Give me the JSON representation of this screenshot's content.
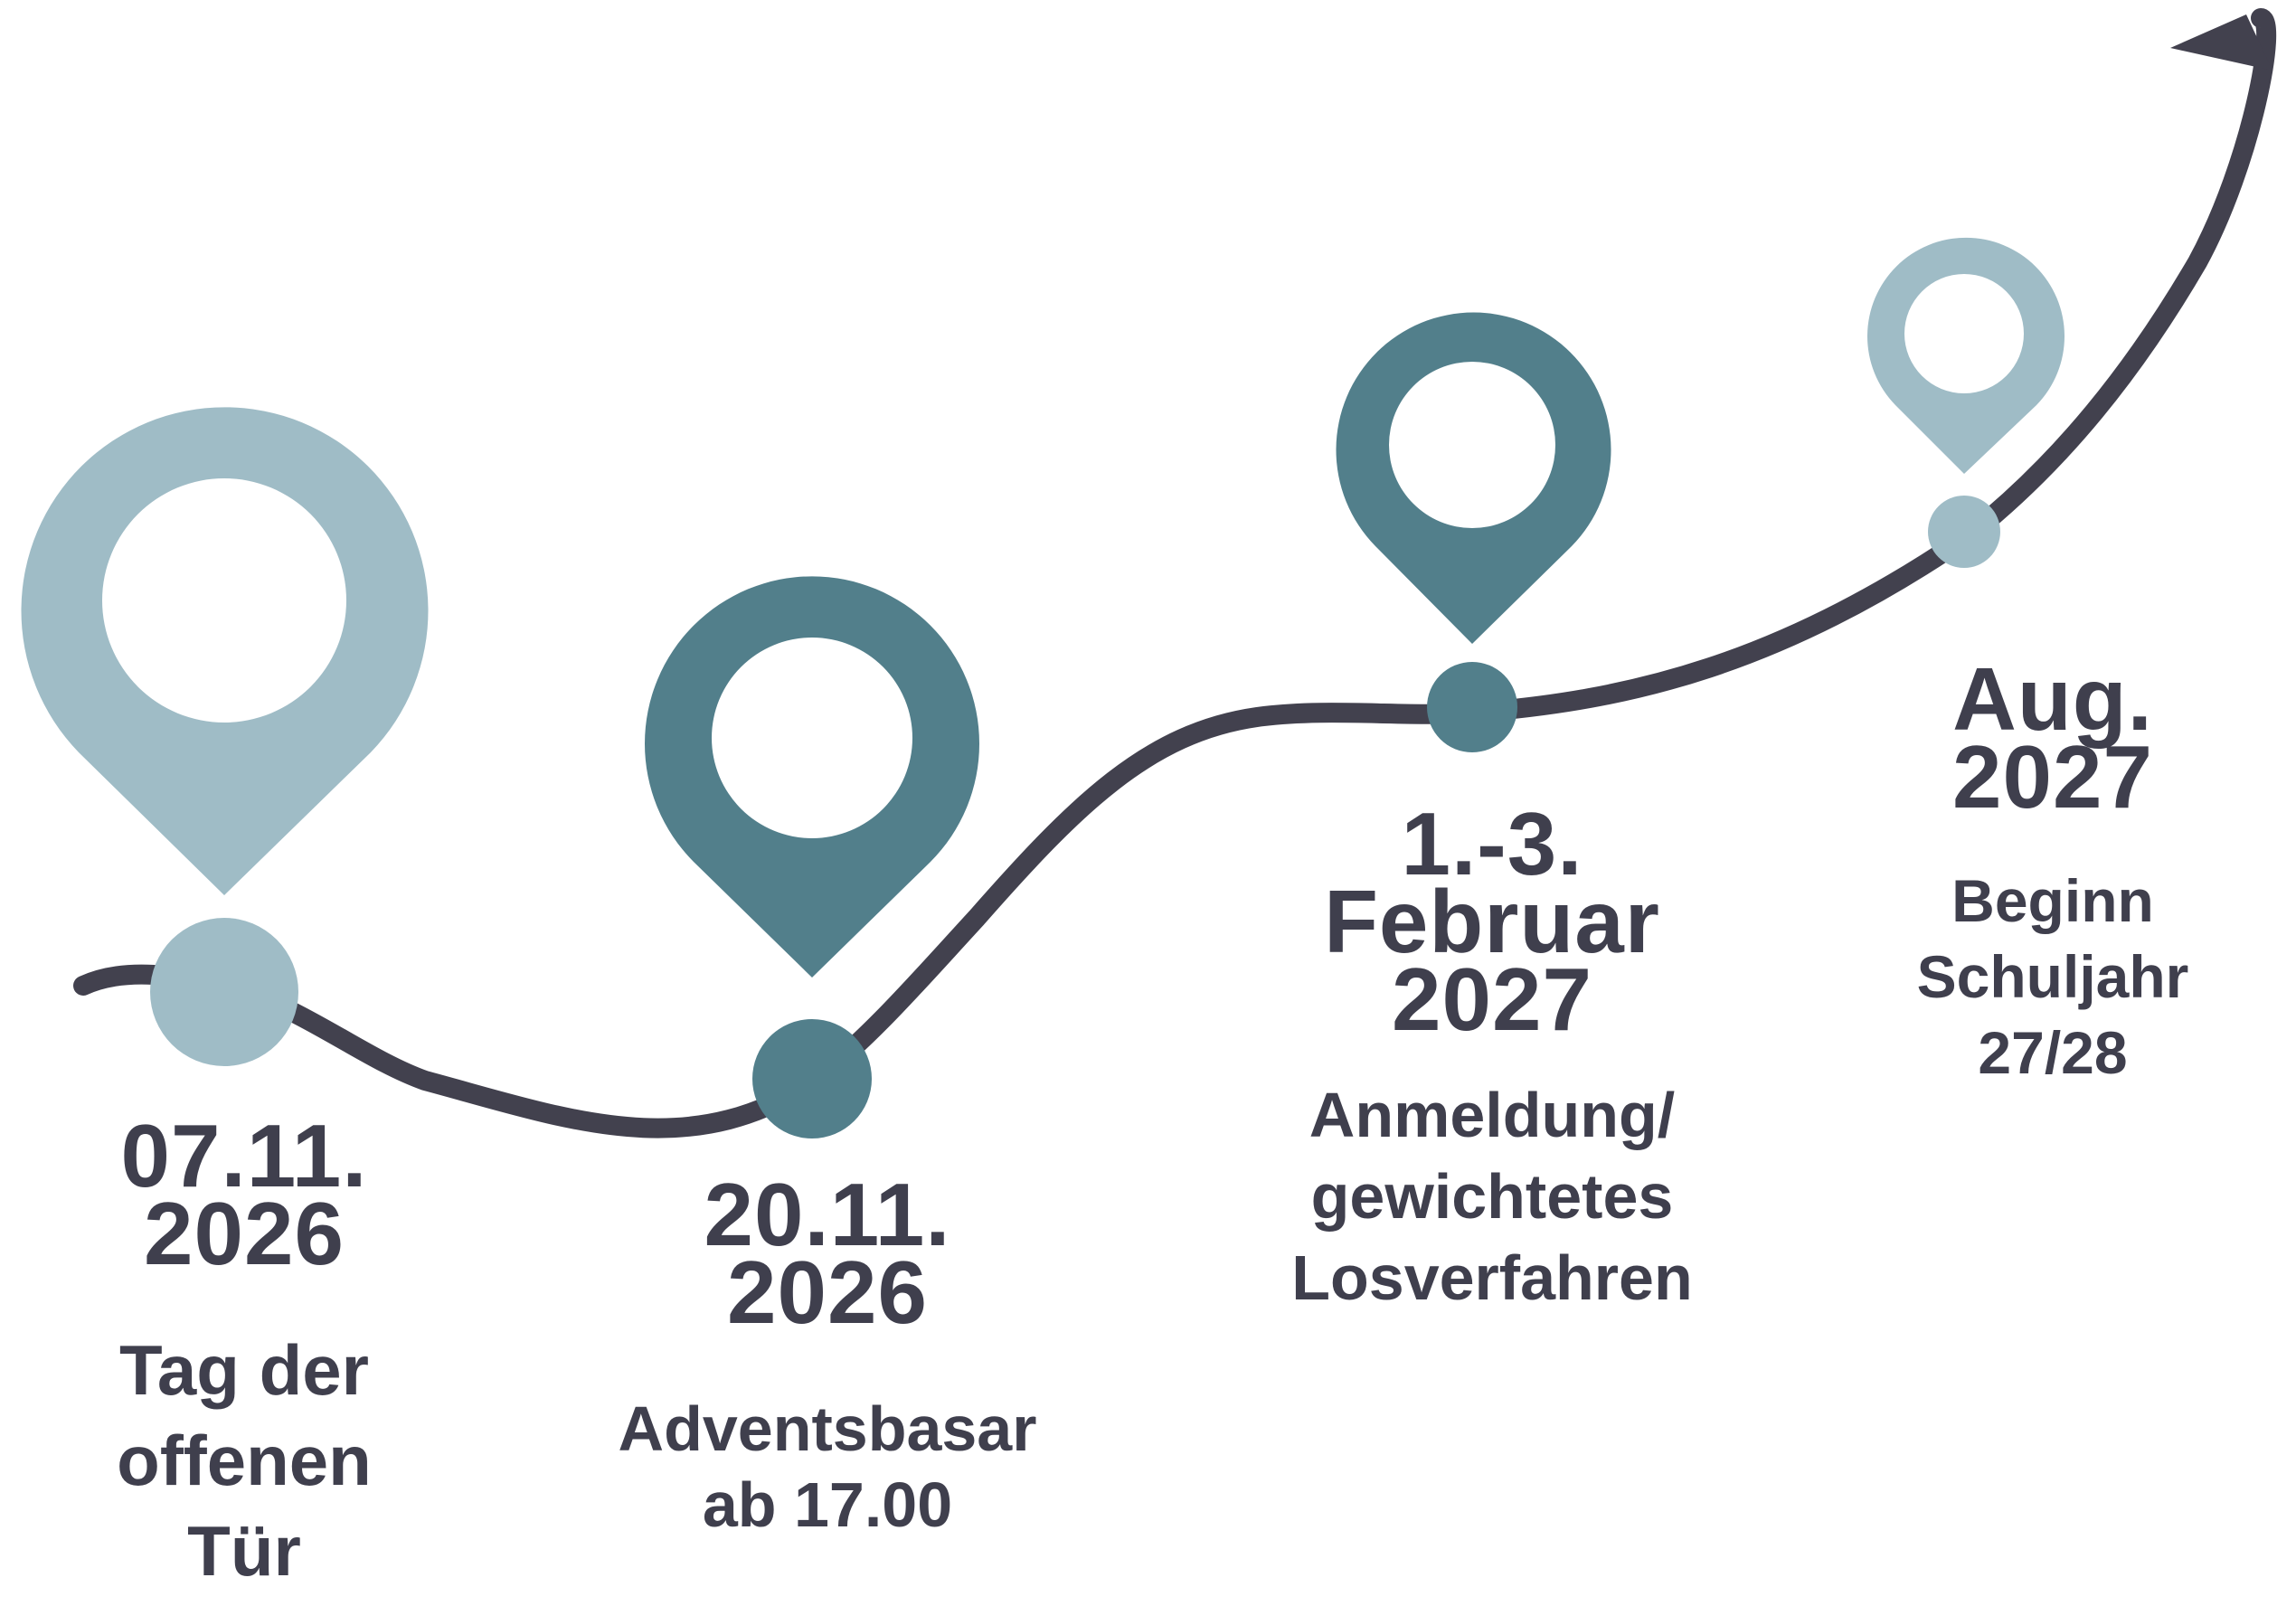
{
  "colors": {
    "line": "#42414e",
    "pin_light": "#9fbcc6",
    "pin_dark": "#527f8b",
    "text": "#3f3f4d"
  },
  "milestones": [
    {
      "date_lines": [
        "07.11.",
        "2026"
      ],
      "desc_lines": [
        "Tag der",
        "offenen",
        "Tür"
      ],
      "pin_color": "pin_light",
      "icon": "map-pin-icon"
    },
    {
      "date_lines": [
        "20.11.",
        "2026"
      ],
      "desc_lines": [
        "Adventsbasar",
        "ab 17.00"
      ],
      "pin_color": "pin_dark",
      "icon": "map-pin-icon"
    },
    {
      "date_lines": [
        "1.-3.",
        "Februar",
        "2027"
      ],
      "desc_lines": [
        "Anmeldung/",
        "gewichtetes",
        "Losverfahren"
      ],
      "pin_color": "pin_dark",
      "icon": "map-pin-icon"
    },
    {
      "date_lines": [
        "Aug.",
        "2027"
      ],
      "desc_lines": [
        "Beginn",
        "Schuljahr",
        "27/28"
      ],
      "pin_color": "pin_light",
      "icon": "map-pin-icon"
    }
  ]
}
